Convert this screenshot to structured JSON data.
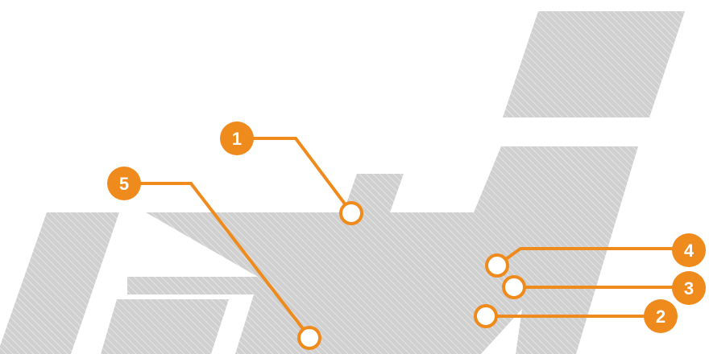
{
  "diagram": {
    "accent_color": "#ef8a1c",
    "block_fill": "#d0d0d0",
    "hatch_stroke": "#ffffff",
    "markers": [
      {
        "id": "1",
        "label": "1"
      },
      {
        "id": "2",
        "label": "2"
      },
      {
        "id": "3",
        "label": "3"
      },
      {
        "id": "4",
        "label": "4"
      },
      {
        "id": "5",
        "label": "5"
      }
    ]
  }
}
